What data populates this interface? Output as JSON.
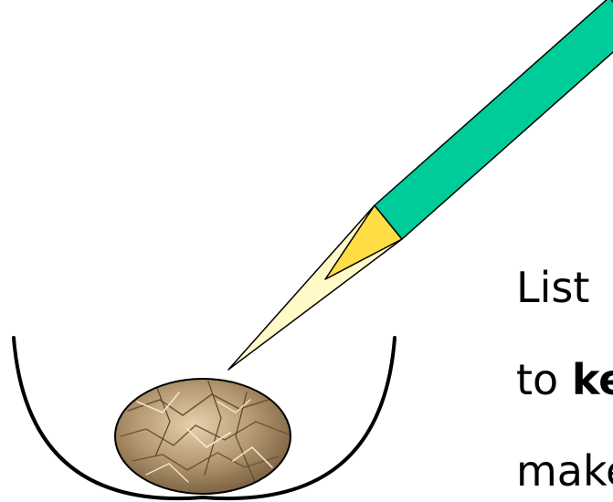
{
  "caption": {
    "line1": "List",
    "line2_prefix": "to ",
    "line2_bold": "k",
    "line2_rest": "e",
    "line3": "make"
  },
  "colors": {
    "pipette_body": "#00cc99",
    "pipette_tip": "#ffdd44",
    "pipette_tip_light": "#fffac8",
    "beaker_outline": "#000000",
    "sample_fill": "#b69a72",
    "sample_dark": "#8a6f4c",
    "sample_light": "#e0cba6"
  },
  "icons": {
    "pipette": "pipette-icon",
    "beaker": "beaker-icon",
    "sample": "crumpled-sample-icon"
  }
}
